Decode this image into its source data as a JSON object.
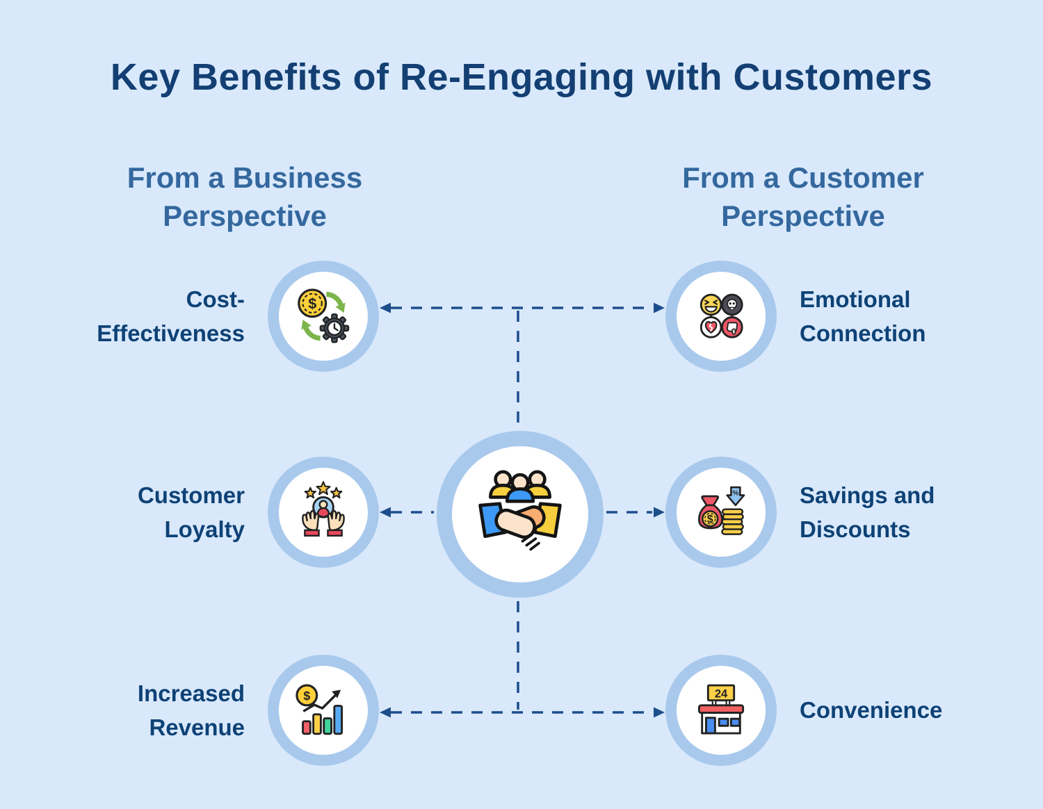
{
  "title": "Key Benefits of Re-Engaging with Customers",
  "columns": {
    "business": {
      "heading": "From a Business Perspective",
      "items": [
        {
          "label": "Cost-Effectiveness",
          "icon": "cost-effectiveness-icon"
        },
        {
          "label": "Customer Loyalty",
          "icon": "customer-loyalty-icon"
        },
        {
          "label": "Increased Revenue",
          "icon": "increased-revenue-icon"
        }
      ]
    },
    "customer": {
      "heading": "From a Customer Perspective",
      "items": [
        {
          "label": "Emotional Connection",
          "icon": "emotional-connection-icon"
        },
        {
          "label": "Savings and Discounts",
          "icon": "savings-discounts-icon"
        },
        {
          "label": "Convenience",
          "icon": "convenience-icon"
        }
      ]
    }
  },
  "center": {
    "icon": "handshake-people-icon"
  },
  "glyphs": {
    "dollar": "$",
    "percent": "%",
    "sign_24": "24"
  },
  "colors": {
    "background": "#d9e9fb",
    "ring": "#a9c9ec",
    "title": "#133f73",
    "heading": "#34689e",
    "label": "#0e4276",
    "connector": "#1d4e8c"
  }
}
